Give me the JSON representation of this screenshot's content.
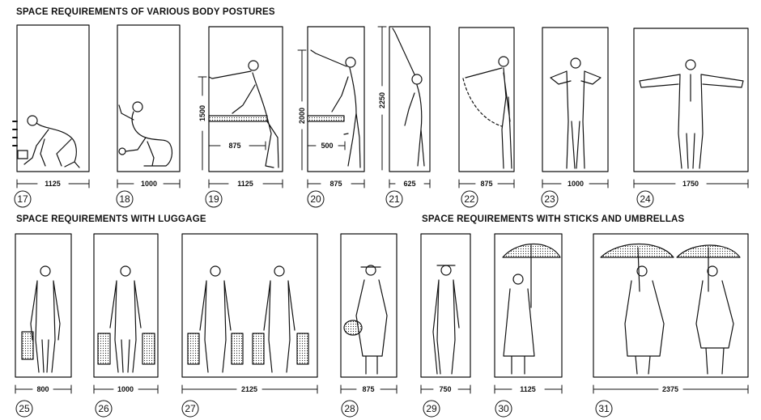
{
  "headings": {
    "body_postures": "SPACE REQUIREMENTS OF VARIOUS BODY POSTURES",
    "luggage": "SPACE REQUIREMENTS WITH LUGGAGE",
    "sticks": "SPACE REQUIREMENTS WITH STICKS AND UMBRELLAS"
  },
  "figures": [
    {
      "id": "17",
      "number": "17",
      "width": "1125",
      "posture": "crawling"
    },
    {
      "id": "18",
      "number": "18",
      "width": "1000",
      "posture": "kneeling"
    },
    {
      "id": "19",
      "number": "19",
      "width": "1125",
      "height": "1500",
      "inner": "875",
      "posture": "leaning over table reaching"
    },
    {
      "id": "20",
      "number": "20",
      "width": "875",
      "height": "2000",
      "inner": "500",
      "posture": "standing reaching forward"
    },
    {
      "id": "21",
      "number": "21",
      "width": "625",
      "height": "2250",
      "posture": "reaching up"
    },
    {
      "id": "22",
      "number": "22",
      "width": "875",
      "posture": "arm swing arc"
    },
    {
      "id": "23",
      "number": "23",
      "width": "1000",
      "posture": "elbows out"
    },
    {
      "id": "24",
      "number": "24",
      "width": "1750",
      "posture": "arms outstretched"
    },
    {
      "id": "25",
      "number": "25",
      "width": "800",
      "posture": "one suitcase"
    },
    {
      "id": "26",
      "number": "26",
      "width": "1000",
      "posture": "two suitcases"
    },
    {
      "id": "27",
      "number": "27",
      "width": "2125",
      "posture": "two people with suitcases"
    },
    {
      "id": "28",
      "number": "28",
      "width": "875",
      "posture": "woman with basket"
    },
    {
      "id": "29",
      "number": "29",
      "width": "750",
      "posture": "man with stick"
    },
    {
      "id": "30",
      "number": "30",
      "width": "1125",
      "posture": "woman with umbrella"
    },
    {
      "id": "31",
      "number": "31",
      "width": "2375",
      "posture": "two people with umbrellas"
    }
  ]
}
